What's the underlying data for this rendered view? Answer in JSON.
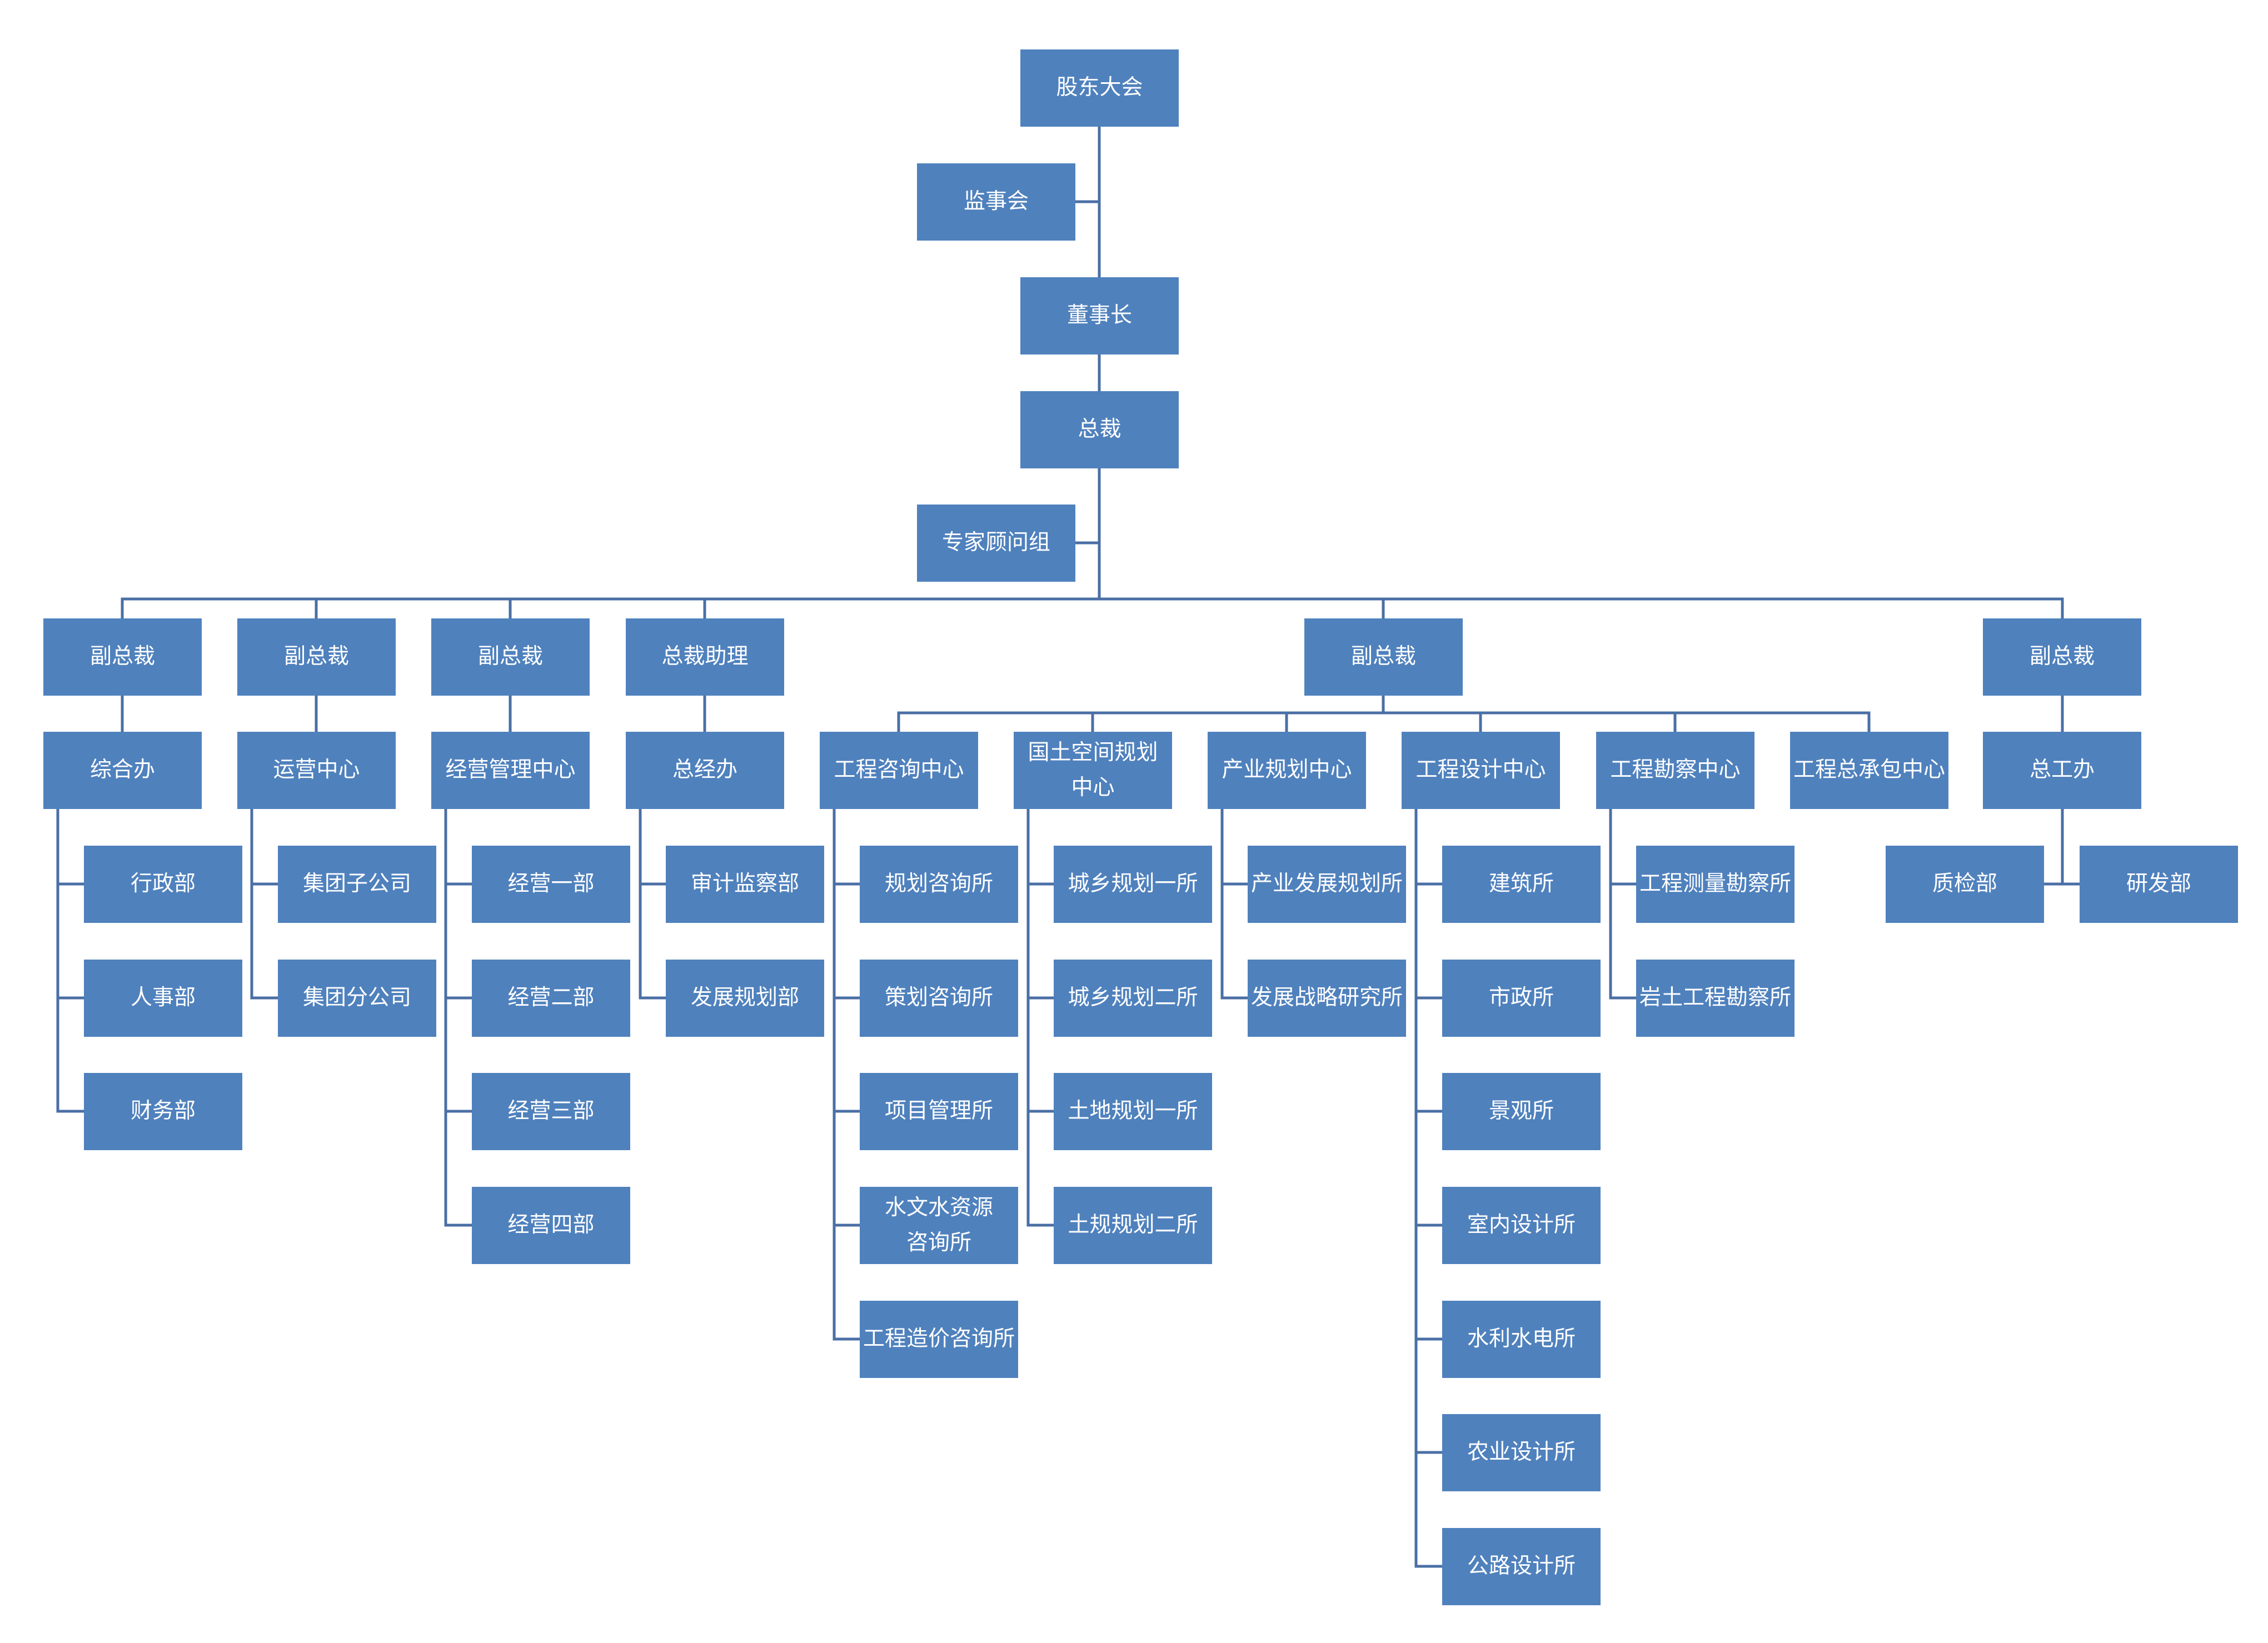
{
  "colors": {
    "node_fill": "#4F81BD",
    "node_text": "#FFFFFF",
    "connector": "#4A6FA5",
    "background": "#FFFFFF"
  },
  "nodes": {
    "shareholders": "股东大会",
    "supervisory_board": "监事会",
    "chairman": "董事长",
    "president": "总裁",
    "expert_group": "专家顾问组",
    "vp_1": "副总裁",
    "vp_2": "副总裁",
    "vp_3": "副总裁",
    "president_assistant": "总裁助理",
    "vp_4": "副总裁",
    "vp_5": "副总裁",
    "general_office": "综合办",
    "operations_center": "运营中心",
    "business_mgmt_center": "经营管理中心",
    "gm_office": "总经办",
    "engineering_consulting_center": "工程咨询中心",
    "territorial_planning_center": "国土空间规划\n中心",
    "industry_planning_center": "产业规划中心",
    "engineering_design_center": "工程设计中心",
    "engineering_survey_center": "工程勘察中心",
    "epc_center": "工程总承包中心",
    "chief_engineer_office": "总工办",
    "admin_dept": "行政部",
    "hr_dept": "人事部",
    "finance_dept": "财务部",
    "group_subsidiary": "集团子公司",
    "group_branch": "集团分公司",
    "business_dept_1": "经营一部",
    "business_dept_2": "经营二部",
    "business_dept_3": "经营三部",
    "business_dept_4": "经营四部",
    "audit_dept": "审计监察部",
    "development_planning_dept": "发展规划部",
    "planning_consulting": "规划咨询所",
    "strategy_consulting": "策划咨询所",
    "project_management": "项目管理所",
    "hydrology_consulting": "水文水资源\n咨询所",
    "cost_consulting": "工程造价咨询所",
    "urban_rural_1": "城乡规划一所",
    "urban_rural_2": "城乡规划二所",
    "land_planning_1": "土地规划一所",
    "land_planning_2": "土规规划二所",
    "industry_development_planning": "产业发展规划所",
    "development_strategy": "发展战略研究所",
    "architecture": "建筑所",
    "municipal": "市政所",
    "landscape": "景观所",
    "interior_design": "室内设计所",
    "hydropower": "水利水电所",
    "agriculture_design": "农业设计所",
    "highway_design": "公路设计所",
    "engineering_survey": "工程测量勘察所",
    "geotechnical_survey": "岩土工程勘察所",
    "quality_dept": "质检部",
    "rnd_dept": "研发部"
  }
}
